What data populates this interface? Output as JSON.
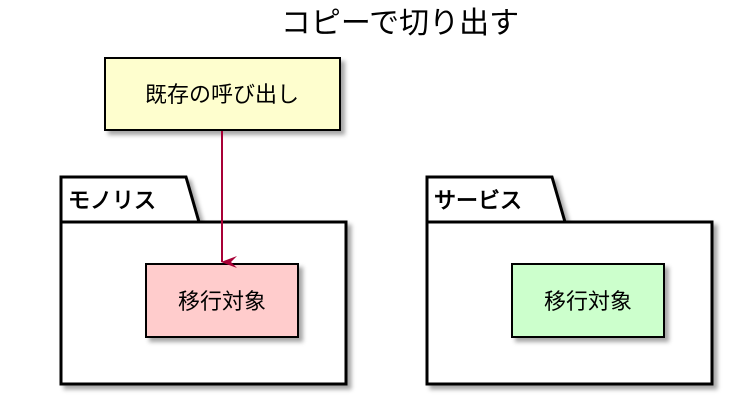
{
  "diagram": {
    "title": "コピーで切り出す",
    "caller": {
      "label": "既存の呼び出し",
      "fill": "#FEFECE"
    },
    "packages": [
      {
        "name": "モノリス",
        "component": {
          "label": "移行対象",
          "fill": "#FFCCCC"
        }
      },
      {
        "name": "サービス",
        "component": {
          "label": "移行対象",
          "fill": "#CCFFCC"
        }
      }
    ],
    "arrow_color": "#A80036"
  }
}
